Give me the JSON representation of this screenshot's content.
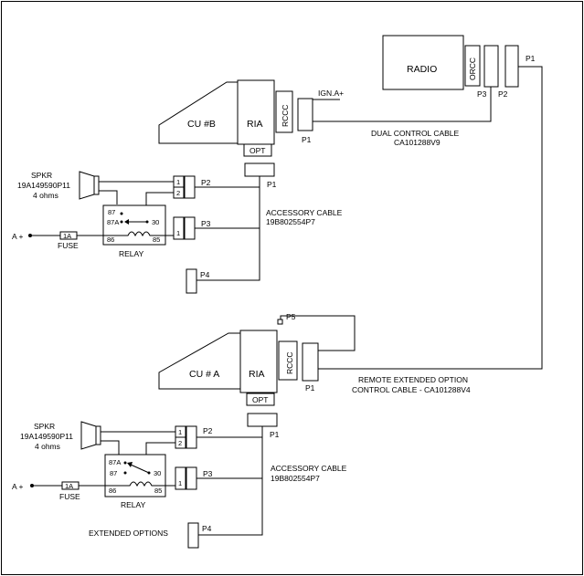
{
  "radio": {
    "label": "RADIO",
    "orcc": "ORCC",
    "p3": "P3",
    "p2": "P2",
    "p1": "P1"
  },
  "unit_b": {
    "cu": "CU #B",
    "ria": "RIA",
    "rccc": "RCCC",
    "opt": "OPT",
    "ign": "IGN.A+",
    "p1_right": "P1",
    "p1_bottom": "P1"
  },
  "unit_a": {
    "cu": "CU # A",
    "ria": "RIA",
    "rccc": "RCCC",
    "opt": "OPT",
    "p5": "P5",
    "p1_right": "P1",
    "p1_bottom": "P1"
  },
  "cables": {
    "dual_line1": "DUAL CONTROL CABLE",
    "dual_line2": "CA101288V9",
    "remote_line1": "REMOTE EXTENDED OPTION",
    "remote_line2": "CONTROL CABLE - CA101288V4"
  },
  "accessory_b": {
    "spkr": "SPKR",
    "part": "19A149590P11",
    "ohms": "4 ohms",
    "pin1": "1",
    "pin2": "2",
    "p2": "P2",
    "relay_87": "87",
    "relay_87a": "87A",
    "relay_30": "30",
    "relay_86": "86",
    "relay_85": "85",
    "relay_label": "RELAY",
    "p3_pin": "1",
    "p3": "P3",
    "cable_line1": "ACCESSORY CABLE",
    "cable_line2": "19B802554P7",
    "aplus": "A +",
    "fuse_value": "1A",
    "fuse_label": "FUSE",
    "p4": "P4"
  },
  "accessory_a": {
    "spkr": "SPKR",
    "part": "19A149590P11",
    "ohms": "4 ohms",
    "pin1": "1",
    "pin2": "2",
    "p2": "P2",
    "relay_87a": "87A",
    "relay_87": "87",
    "relay_30": "30",
    "relay_86": "86",
    "relay_85": "85",
    "relay_label": "RELAY",
    "p3_pin": "1",
    "p3": "P3",
    "cable_line1": "ACCESSORY CABLE",
    "cable_line2": "19B802554P7",
    "aplus": "A +",
    "fuse_value": "1A",
    "fuse_label": "FUSE",
    "p4": "P4",
    "extended": "EXTENDED OPTIONS"
  }
}
